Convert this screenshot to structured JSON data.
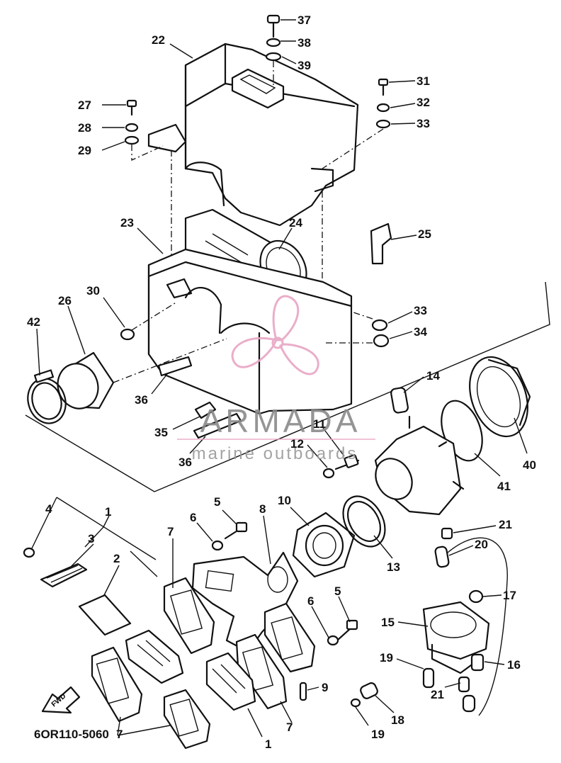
{
  "watermark": {
    "brand": "ARMADA",
    "tagline": "marine outboards",
    "logo_color": "#e8a6c4",
    "text_color": "#8a8a8a"
  },
  "diagram_code": "6OR110-5060",
  "diagram_code_suffix": "7",
  "fwd_label": "FWD",
  "labels": [
    {
      "id": "l37",
      "text": "37"
    },
    {
      "id": "l38",
      "text": "38"
    },
    {
      "id": "l39",
      "text": "39"
    },
    {
      "id": "l22",
      "text": "22"
    },
    {
      "id": "l31",
      "text": "31"
    },
    {
      "id": "l32",
      "text": "32"
    },
    {
      "id": "l33a",
      "text": "33"
    },
    {
      "id": "l27",
      "text": "27"
    },
    {
      "id": "l28",
      "text": "28"
    },
    {
      "id": "l29",
      "text": "29"
    },
    {
      "id": "l23",
      "text": "23"
    },
    {
      "id": "l24",
      "text": "24"
    },
    {
      "id": "l25",
      "text": "25"
    },
    {
      "id": "l30",
      "text": "30"
    },
    {
      "id": "l26",
      "text": "26"
    },
    {
      "id": "l42",
      "text": "42"
    },
    {
      "id": "l33b",
      "text": "33"
    },
    {
      "id": "l34",
      "text": "34"
    },
    {
      "id": "l14",
      "text": "14"
    },
    {
      "id": "l36a",
      "text": "36"
    },
    {
      "id": "l35",
      "text": "35"
    },
    {
      "id": "l36b",
      "text": "36"
    },
    {
      "id": "l11",
      "text": "11"
    },
    {
      "id": "l12",
      "text": "12"
    },
    {
      "id": "l40",
      "text": "40"
    },
    {
      "id": "l41",
      "text": "41"
    },
    {
      "id": "l4",
      "text": "4"
    },
    {
      "id": "l1a",
      "text": "1"
    },
    {
      "id": "l5a",
      "text": "5"
    },
    {
      "id": "l6a",
      "text": "6"
    },
    {
      "id": "l10",
      "text": "10"
    },
    {
      "id": "l3",
      "text": "3"
    },
    {
      "id": "l7a",
      "text": "7"
    },
    {
      "id": "l8",
      "text": "8"
    },
    {
      "id": "l21a",
      "text": "21"
    },
    {
      "id": "l20",
      "text": "20"
    },
    {
      "id": "l2",
      "text": "2"
    },
    {
      "id": "l13",
      "text": "13"
    },
    {
      "id": "l5b",
      "text": "5"
    },
    {
      "id": "l6b",
      "text": "6"
    },
    {
      "id": "l17",
      "text": "17"
    },
    {
      "id": "l15",
      "text": "15"
    },
    {
      "id": "l19a",
      "text": "19"
    },
    {
      "id": "l16",
      "text": "16"
    },
    {
      "id": "l9",
      "text": "9"
    },
    {
      "id": "l21b",
      "text": "21"
    },
    {
      "id": "l18",
      "text": "18"
    },
    {
      "id": "l7b",
      "text": "7"
    },
    {
      "id": "l19b",
      "text": "19"
    },
    {
      "id": "l1b",
      "text": "1"
    }
  ]
}
